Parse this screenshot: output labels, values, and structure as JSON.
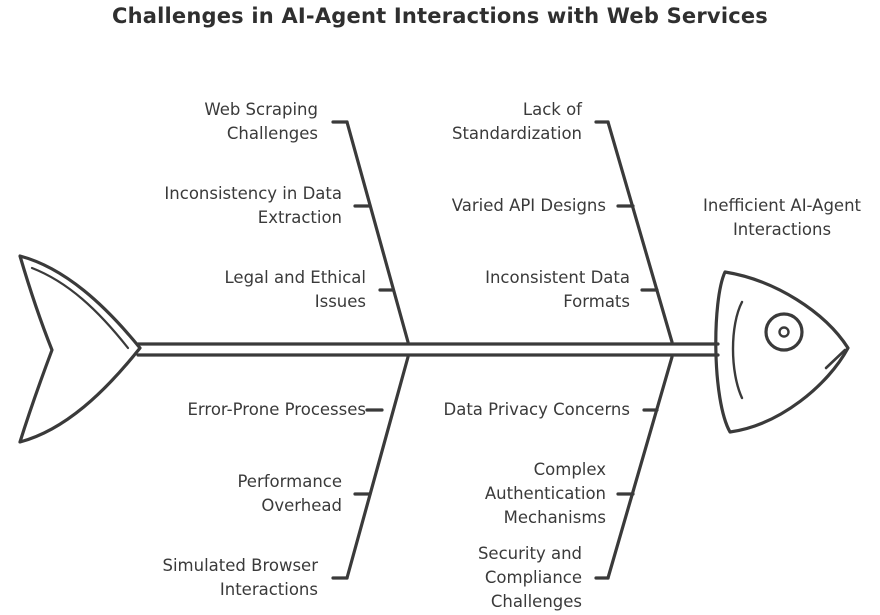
{
  "title": "Challenges in AI-Agent Interactions with Web Services",
  "effect": [
    "Inefficient AI-Agent",
    "Interactions"
  ],
  "causes": {
    "upper_left": [
      [
        "Web Scraping",
        "Challenges"
      ],
      [
        "Inconsistency in Data",
        "Extraction"
      ],
      [
        "Legal and Ethical",
        "Issues"
      ]
    ],
    "upper_right": [
      [
        "Lack of",
        "Standardization"
      ],
      [
        "Varied API Designs"
      ],
      [
        "Inconsistent Data",
        "Formats"
      ]
    ],
    "lower_left": [
      [
        "Error-Prone Processes"
      ],
      [
        "Performance",
        "Overhead"
      ],
      [
        "Simulated Browser",
        "Interactions"
      ]
    ],
    "lower_right": [
      [
        "Data Privacy Concerns"
      ],
      [
        "Complex",
        "Authentication",
        "Mechanisms"
      ],
      [
        "Security and",
        "Compliance",
        "Challenges"
      ]
    ]
  },
  "colors": {
    "stroke": "#3a3a3a",
    "text": "#3a3a3a",
    "background": "#ffffff"
  }
}
